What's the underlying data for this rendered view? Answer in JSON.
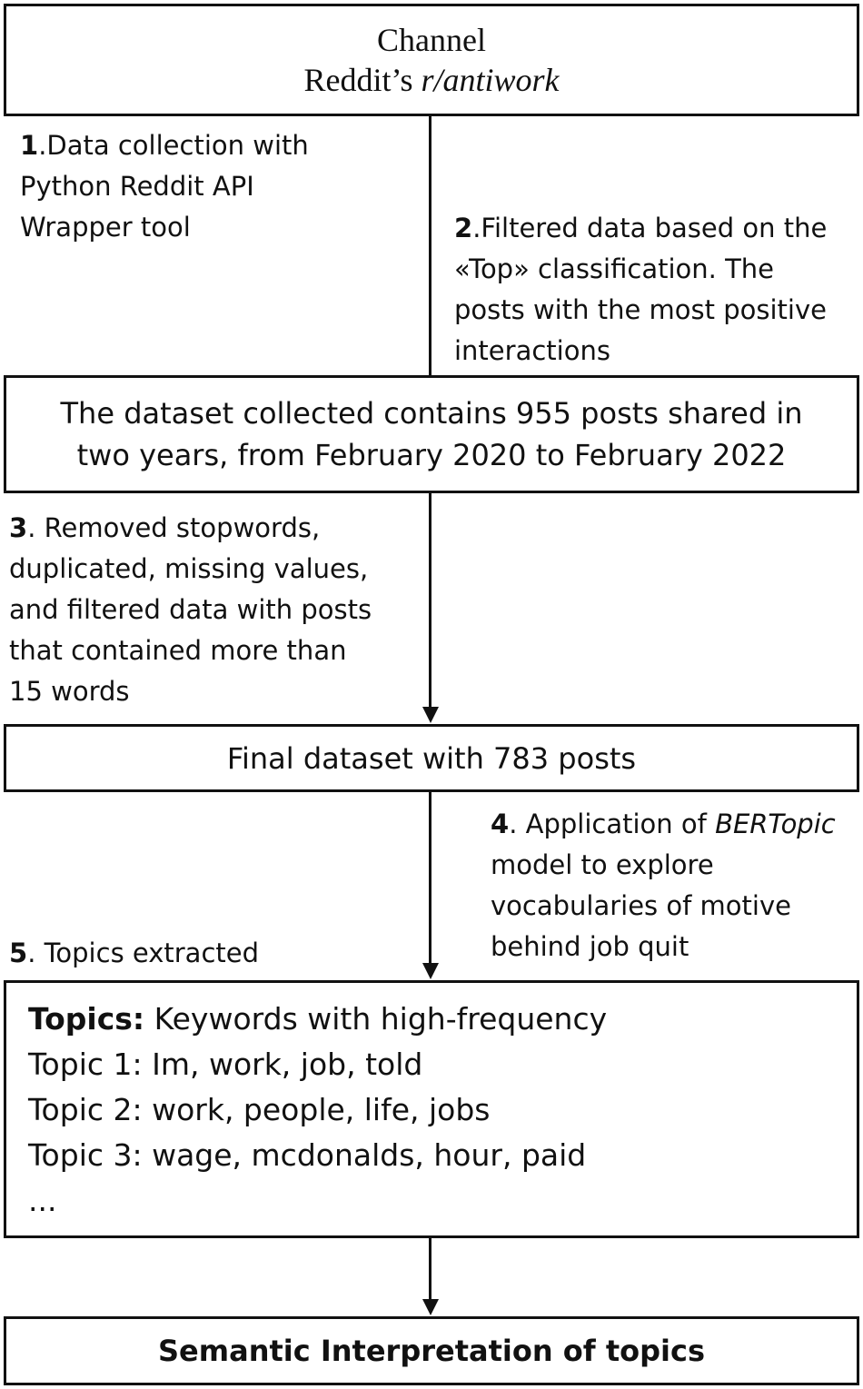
{
  "channel_box": {
    "title": "Channel",
    "subtitle_prefix": "Reddit’s ",
    "subtitle_italic": "r/antiwork"
  },
  "step1": {
    "number": "1",
    "text_lines": [
      ".Data collection with",
      "Python Reddit API",
      "Wrapper tool"
    ]
  },
  "step2": {
    "number": "2",
    "text_lines": [
      ".Filtered data based on the",
      "«Top» classification. The",
      "posts with the most positive",
      "interactions"
    ]
  },
  "dataset_box": {
    "lines": [
      "The dataset collected contains 955 posts shared in",
      "two years, from February 2020 to February 2022"
    ]
  },
  "step3": {
    "number": "3",
    "text_lines": [
      ". Removed stopwords,",
      "duplicated, missing values,",
      "and filtered data with posts",
      "that contained more than",
      "15 words"
    ]
  },
  "final_box": {
    "text": "Final dataset with 783 posts"
  },
  "step4": {
    "number": "4",
    "first_line_prefix": ". Application of ",
    "first_line_italic": "BERTopic",
    "text_lines": [
      "model to explore",
      "vocabularies of motive",
      "behind job quit"
    ]
  },
  "step5": {
    "number": "5",
    "text": ". Topics extracted"
  },
  "topics_box": {
    "heading_bold": "Topics:",
    "heading_rest": " Keywords with high-frequency",
    "topics": [
      "Topic 1: Im, work, job, told",
      "Topic 2: work, people, life, jobs",
      "Topic 3: wage, mcdonalds, hour, paid",
      "..."
    ]
  },
  "semantic_box": {
    "text": "Semantic Interpretation of topics"
  }
}
